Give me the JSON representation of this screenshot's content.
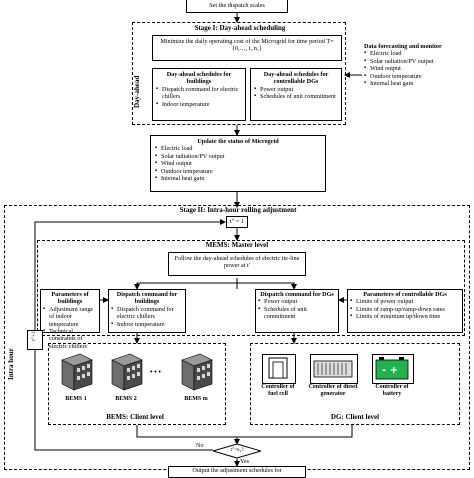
{
  "top": {
    "set_scales": "Set the dispatch scales"
  },
  "stage1": {
    "title": "Stage I:  Day-ahead scheduling",
    "side_label": "Day-ahead",
    "objective": "Minimize the daily operating cost of the Microgrid for time period T={0,…, t,   n₁}",
    "buildings": {
      "title": "Day-ahead schedules for buildings",
      "items": [
        "Dispatch command for electric chillers",
        "Indoor temperature"
      ]
    },
    "dgs": {
      "title": "Day-ahead schedules for controllable DGs",
      "items": [
        "Power output",
        "Schedules of unit commitment"
      ]
    }
  },
  "forecast": {
    "title": "Data forecasting and monitor",
    "items": [
      "Electric load",
      "Solar radiation/PV output",
      "Wind output",
      "Outdoor temperature",
      "Internal heat gain"
    ]
  },
  "update": {
    "title": "Update the status of Microgrid",
    "items": [
      "Electric load",
      "Solar radiation/PV output",
      "Wind output",
      "Outdoor temperature",
      "Internal heat gain"
    ]
  },
  "stage2": {
    "title": "Stage II:  Intra-hour rolling adjustment",
    "side_label": "Intra hour",
    "init": "t′′ = 1",
    "increment": "t′′+1",
    "mems_title": "MEMS: Master level",
    "mems_follow": "Follow the day-ahead schedules of electric tie-line power at t′",
    "params_buildings": {
      "title": "Parameters of buildings",
      "items": [
        "Adjustment range of indoor temperature",
        "Technical constraints of electric chillers"
      ]
    },
    "dispatch_buildings": {
      "title": "Dispatch command for buildings",
      "items": [
        "Dispatch command for electric chillers",
        "Indoor temperature"
      ]
    },
    "dispatch_dgs": {
      "title": "Dispatch command for DGs",
      "items": [
        "Power output",
        "Schedules of unit commitment"
      ]
    },
    "params_dgs": {
      "title": "Parameters of controllable DGs",
      "items": [
        "Limits of power output",
        "Limits of ramp-up/ramp-down rates",
        "Limits of minimum up/down time"
      ]
    },
    "bems": {
      "units": [
        "BEMS 1",
        "BEMS 2",
        "BEMS m"
      ],
      "ellipsis": "• • •",
      "client_label": "BEMS: Client level"
    },
    "dg": {
      "units": [
        "Controller of fuel cell",
        "Controller of diesel generator",
        "Controller of battery"
      ],
      "client_label": "DG: Client level"
    },
    "decision": "t′′=n₂?",
    "no": "No",
    "yes": "Yes",
    "output": "Output the adjustment schedules for"
  },
  "colors": {
    "battery_fill": "#22b14c",
    "building_fill": "#6e6e6e",
    "line": "#000000"
  }
}
